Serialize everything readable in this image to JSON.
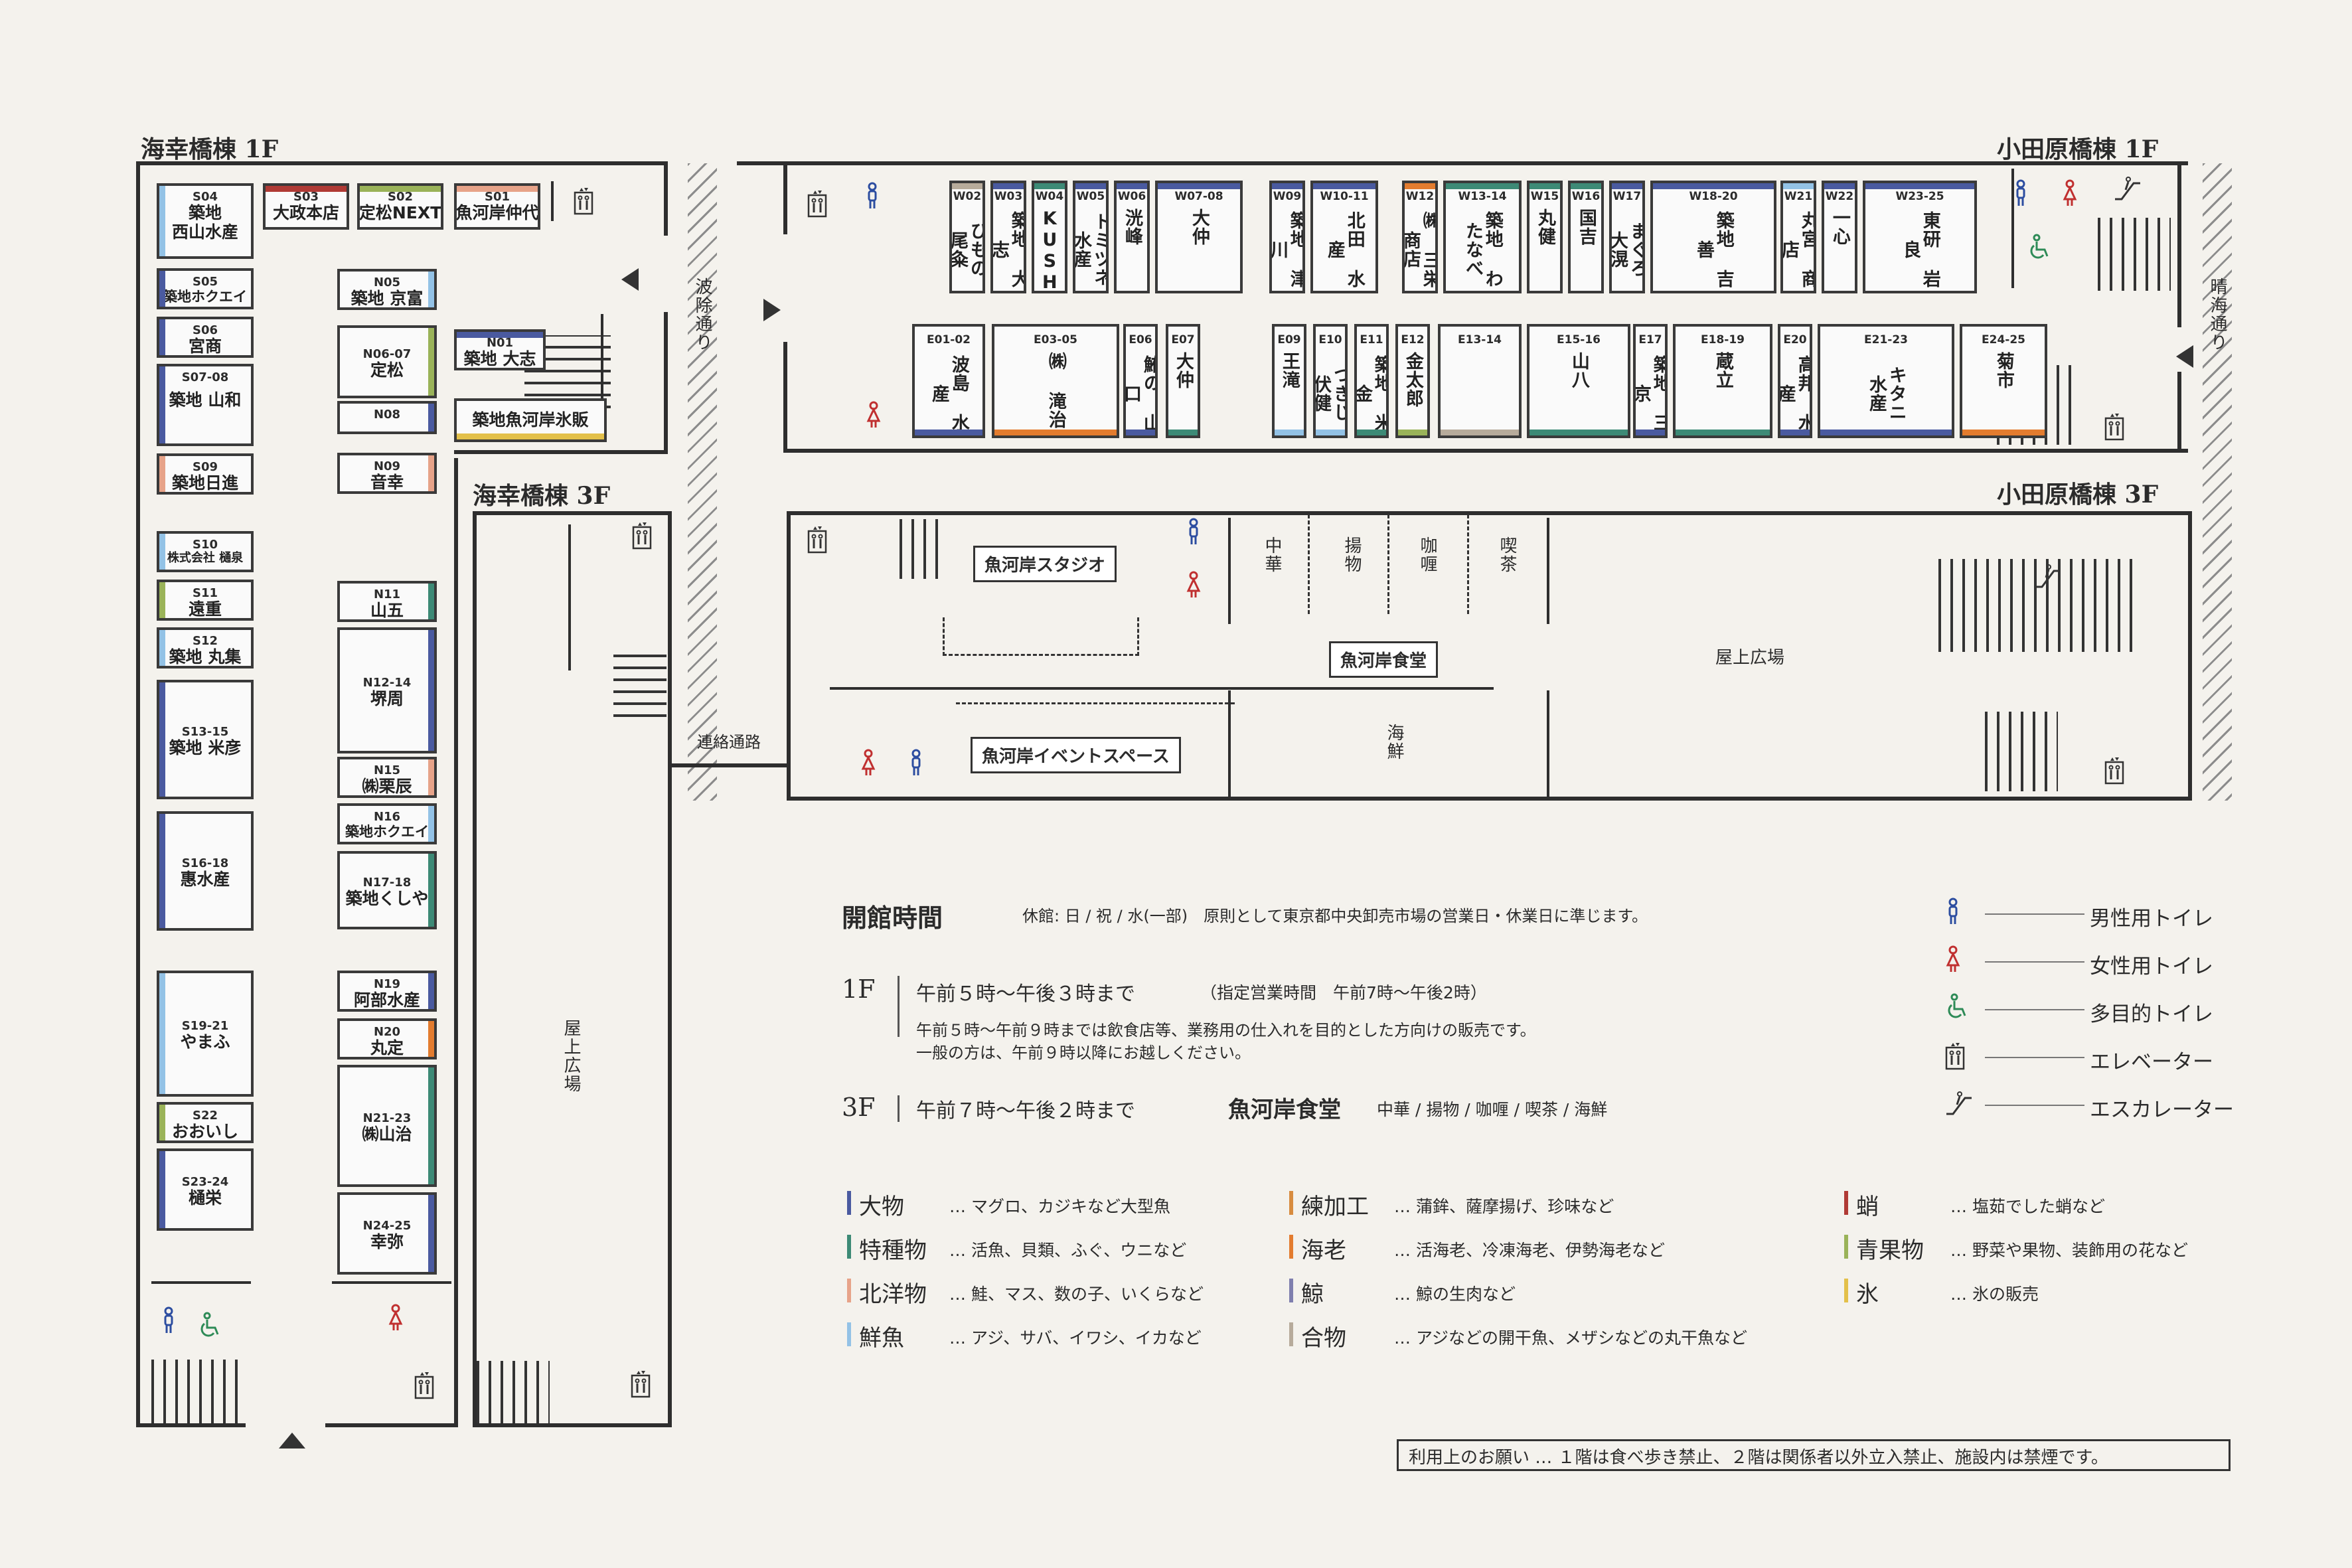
{
  "buildings": {
    "kaikoubashi_1f": "海幸橋棟 1F",
    "kaikoubashi_3f": "海幸橋棟 3F",
    "odawarabashi_1f": "小田原橋棟 1F",
    "odawarabashi_3f": "小田原橋棟 3F"
  },
  "streets": {
    "hajoke": "波除通り",
    "harumi": "晴海通り",
    "renraku": "連絡通路"
  },
  "colors": {
    "omono": "#4a5aa0",
    "tokushumono": "#3d8a76",
    "hokuyomono": "#e7a389",
    "sengyo": "#93c2e6",
    "neriseihin": "#d88c3f",
    "ebi": "#e37c2f",
    "kujira": "#7f7fae",
    "aimono": "#b7ab9b",
    "tako": "#b03a35",
    "seika": "#9ab359",
    "kori": "#e3c04a",
    "male": "#2c4da0",
    "female": "#c03030",
    "multi": "#2e8b57"
  },
  "kaikou_1f_south": [
    {
      "code": "S04",
      "name": "築地\n西山水産",
      "cat": "sengyo"
    },
    {
      "code": "S03",
      "name": "大政本店",
      "cat": "tako"
    },
    {
      "code": "S02",
      "name": "定松NEXT",
      "cat": "seika"
    },
    {
      "code": "S01",
      "name": "魚河岸仲代",
      "cat": "hokuyomono"
    },
    {
      "code": "S05",
      "name": "築地ホクエイ",
      "cat": "omono"
    },
    {
      "code": "S06",
      "name": "宮商",
      "cat": "omono"
    },
    {
      "code": "S07-08",
      "name": "築地 山和",
      "cat": "omono"
    },
    {
      "code": "S09",
      "name": "築地日進",
      "cat": "hokuyomono"
    },
    {
      "code": "S10",
      "name": "株式会社 樋泉",
      "cat": "sengyo"
    },
    {
      "code": "S11",
      "name": "遠重",
      "cat": "seika"
    },
    {
      "code": "S12",
      "name": "築地 丸集",
      "cat": "sengyo"
    },
    {
      "code": "S13-15",
      "name": "築地 米彦",
      "cat": "omono"
    },
    {
      "code": "S16-18",
      "name": "惠水産",
      "cat": "omono"
    },
    {
      "code": "S19-21",
      "name": "やまふ",
      "cat": "sengyo"
    },
    {
      "code": "S22",
      "name": "おおいし",
      "cat": "seika"
    },
    {
      "code": "S23-24",
      "name": "樋栄",
      "cat": "omono"
    }
  ],
  "kaikou_1f_north": [
    {
      "code": "N05",
      "name": "築地 京富",
      "cat": "sengyo"
    },
    {
      "code": "N01",
      "name": "築地 大志",
      "cat": "omono"
    },
    {
      "code": "N06-07",
      "name": "定松",
      "cat": "seika"
    },
    {
      "code": "N08",
      "name": "",
      "cat": "omono"
    },
    {
      "code": "N09",
      "name": "音幸",
      "cat": "hokuyomono"
    },
    {
      "code": "N11",
      "name": "山五",
      "cat": "tokushumono"
    },
    {
      "code": "N12-14",
      "name": "堺周",
      "cat": "omono"
    },
    {
      "code": "N15",
      "name": "㈱栗辰",
      "cat": "hokuyomono"
    },
    {
      "code": "N16",
      "name": "築地ホクエイ",
      "cat": "sengyo"
    },
    {
      "code": "N17-18",
      "name": "築地くしや",
      "cat": "tokushumono"
    },
    {
      "code": "N19",
      "name": "阿部水産",
      "cat": "omono"
    },
    {
      "code": "N20",
      "name": "丸定",
      "cat": "ebi"
    },
    {
      "code": "N21-23",
      "name": "㈱山治",
      "cat": "tokushumono"
    },
    {
      "code": "N24-25",
      "name": "幸弥",
      "cat": "omono"
    }
  ],
  "kaikou_1f_special": {
    "name": "築地魚河岸氷販",
    "cat": "kori"
  },
  "odawara_1f_west": [
    {
      "code": "W02",
      "name": "ひもの 尾粂",
      "cat": "aimono"
    },
    {
      "code": "W03",
      "name": "築地 大志",
      "cat": "omono"
    },
    {
      "code": "W04",
      "name": "KUSHIYA",
      "cat": "tokushumono"
    },
    {
      "code": "W05",
      "name": "トミツネ水産",
      "cat": "omono"
    },
    {
      "code": "W06",
      "name": "洸峰",
      "cat": "omono"
    },
    {
      "code": "W07-08",
      "name": "大仲",
      "cat": "omono"
    },
    {
      "code": "W09",
      "name": "築地 津川",
      "cat": "omono"
    },
    {
      "code": "W10-11",
      "name": "北田 水産",
      "cat": "omono"
    },
    {
      "code": "W12",
      "name": "㈱ 三栄商店",
      "cat": "ebi"
    },
    {
      "code": "W13-14",
      "name": "築地 わたなべ",
      "cat": "tokushumono"
    },
    {
      "code": "W15",
      "name": "丸健",
      "cat": "tokushumono"
    },
    {
      "code": "W16",
      "name": "国吉",
      "cat": "tokushumono"
    },
    {
      "code": "W17",
      "name": "まぐろ 大滉",
      "cat": "omono"
    },
    {
      "code": "W18-20",
      "name": "築地 吉善",
      "cat": "omono"
    },
    {
      "code": "W21",
      "name": "丸宮 商店",
      "cat": "sengyo"
    },
    {
      "code": "W22",
      "name": "一心",
      "cat": "omono"
    },
    {
      "code": "W23-25",
      "name": "東研 岩良",
      "cat": "omono"
    }
  ],
  "odawara_1f_east": [
    {
      "code": "E01-02",
      "name": "波島 水産",
      "cat": "omono"
    },
    {
      "code": "E03-05",
      "name": "㈱ 滝治",
      "cat": "ebi"
    },
    {
      "code": "E06",
      "name": "鮪の 山口",
      "cat": "omono"
    },
    {
      "code": "E07",
      "name": "大仲",
      "cat": "tokushumono"
    },
    {
      "code": "E09",
      "name": "王滝",
      "cat": "sengyo"
    },
    {
      "code": "E10",
      "name": "つきじ 伏健",
      "cat": "sengyo"
    },
    {
      "code": "E11",
      "name": "築地 米金",
      "cat": "tokushumono"
    },
    {
      "code": "E12",
      "name": "金太郎",
      "cat": "seika"
    },
    {
      "code": "E13-14",
      "name": "",
      "cat": "aimono"
    },
    {
      "code": "E15-16",
      "name": "山八",
      "cat": "tokushumono"
    },
    {
      "code": "E17",
      "name": "築地 三京",
      "cat": "omono"
    },
    {
      "code": "E18-19",
      "name": "蔵立",
      "cat": "tokushumono"
    },
    {
      "code": "E20",
      "name": "高邦 水産",
      "cat": "omono"
    },
    {
      "code": "E21-23",
      "name": "キタニ 水産",
      "cat": "omono"
    },
    {
      "code": "E24-25",
      "name": "菊市",
      "cat": "ebi"
    }
  ],
  "rooms": {
    "studio": "魚河岸スタジオ",
    "event": "魚河岸イベントスペース",
    "shokudo": "魚河岸食堂",
    "okujo_hiroba": "屋上広場",
    "kaisen": "海鮮",
    "chuka": "中華",
    "agemono": "揚物",
    "curry": "咖喱",
    "kissa": "喫茶"
  },
  "hours": {
    "title": "開館時間",
    "closed": "休館: 日 / 祝 / 水(一部)　原則として東京都中央卸売市場の営業日・休業日に準じます。",
    "f1_label": "1F",
    "f1_time": "午前５時〜午後３時まで",
    "f1_special": "（指定営業時間　午前7時〜午後2時）",
    "f1_note1": "午前５時〜午前９時までは飲食店等、業務用の仕入れを目的とした方向けの販売です。",
    "f1_note2": "一般の方は、午前９時以降にお越しください。",
    "f3_label": "3F",
    "f3_time": "午前７時〜午後２時まで",
    "f3_name": "魚河岸食堂",
    "f3_genres": "中華 / 揚物 / 咖喱 / 喫茶 / 海鮮"
  },
  "categories": [
    {
      "name": "大物",
      "desc": "… マグロ、カジキなど大型魚",
      "color": "omono"
    },
    {
      "name": "特種物",
      "desc": "… 活魚、貝類、ふぐ、ウニなど",
      "color": "tokushumono"
    },
    {
      "name": "北洋物",
      "desc": "… 鮭、マス、数の子、いくらなど",
      "color": "hokuyomono"
    },
    {
      "name": "鮮魚",
      "desc": "… アジ、サバ、イワシ、イカなど",
      "color": "sengyo"
    },
    {
      "name": "練加工",
      "desc": "… 蒲鉾、薩摩揚げ、珍味など",
      "color": "neriseihin"
    },
    {
      "name": "海老",
      "desc": "… 活海老、冷凍海老、伊勢海老など",
      "color": "ebi"
    },
    {
      "name": "鯨",
      "desc": "… 鯨の生肉など",
      "color": "kujira"
    },
    {
      "name": "合物",
      "desc": "… アジなどの開干魚、メザシなどの丸干魚など",
      "color": "aimono"
    },
    {
      "name": "蛸",
      "desc": "… 塩茹でした蛸など",
      "color": "tako"
    },
    {
      "name": "青果物",
      "desc": "… 野菜や果物、装飾用の花など",
      "color": "seika"
    },
    {
      "name": "氷",
      "desc": "… 氷の販売",
      "color": "kori"
    }
  ],
  "legend": {
    "male": "男性用トイレ",
    "female": "女性用トイレ",
    "multi": "多目的トイレ",
    "elevator": "エレベーター",
    "escalator": "エスカレーター"
  },
  "notice": "利用上のお願い … １階は食べ歩き禁止、２階は関係者以外立入禁止、施設内は禁煙です。"
}
